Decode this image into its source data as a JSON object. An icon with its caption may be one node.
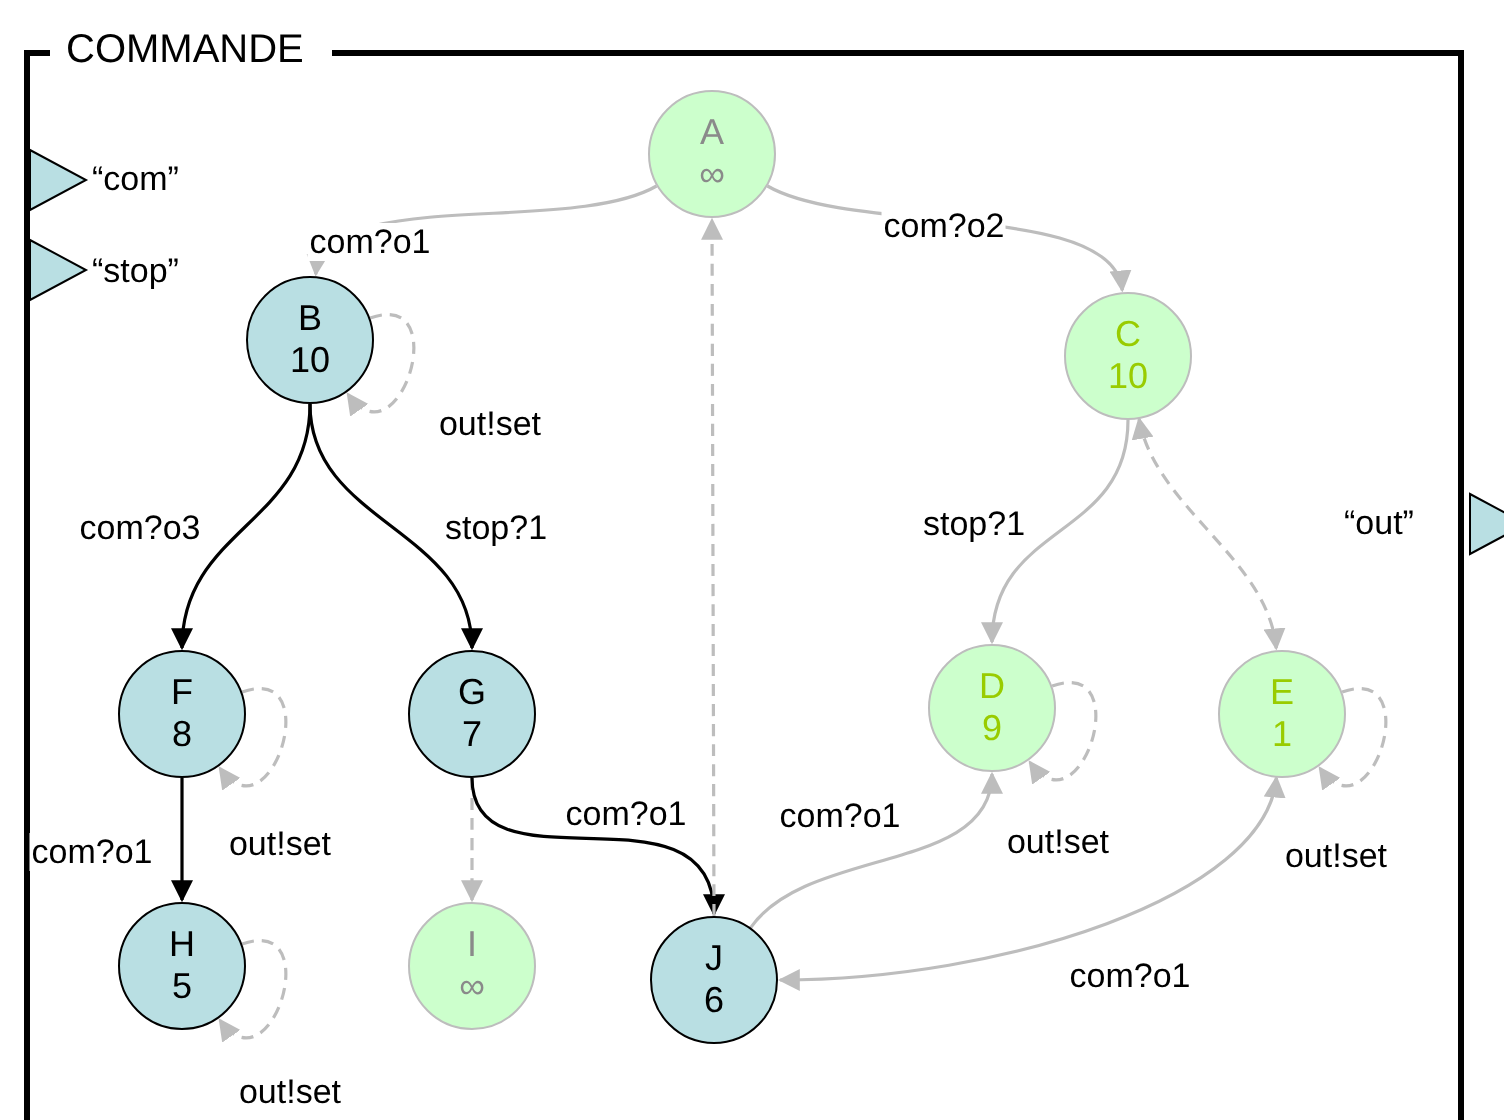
{
  "diagram": {
    "nodes": [
      {
        "text": [
          "COMMANDE"
        ]
      },
      {
        "text": [
          "A",
          "∞"
        ],
        "in": 0
      },
      {
        "text": [
          "B",
          "10"
        ],
        "in": 0
      },
      {
        "text": [
          "C",
          "10"
        ],
        "in": 0
      },
      {
        "text": [
          "D",
          "9"
        ],
        "in": 0
      },
      {
        "text": [
          "E",
          "1"
        ],
        "in": 0
      },
      {
        "text": [
          "F",
          "8"
        ],
        "in": 0
      },
      {
        "text": [
          "G",
          "7"
        ],
        "in": 0
      },
      {
        "text": [
          "H",
          "5"
        ],
        "in": 0
      },
      {
        "text": [
          "I",
          "∞"
        ],
        "in": 0
      },
      {
        "text": [
          "J",
          "6"
        ],
        "in": 0
      }
    ],
    "edges": [
      {
        "from": 1,
        "to": 2,
        "arrow": "to",
        "label": "com?o1"
      },
      {
        "from": 1,
        "to": 3,
        "arrow": "to",
        "label": "com?o2"
      },
      {
        "from": 2,
        "to": 2,
        "arrow": "to",
        "label": "out!set",
        "style": "dashed"
      },
      {
        "from": 2,
        "to": 6,
        "arrow": "to",
        "label": "com?o3",
        "color": "#000000"
      },
      {
        "from": 2,
        "to": 7,
        "arrow": "to",
        "label": "stop?1",
        "color": "#000000"
      },
      {
        "from": 3,
        "to": 4,
        "arrow": "to",
        "label": "stop?1"
      },
      {
        "from": 3,
        "to": 5,
        "arrow": "both",
        "style": "dashed"
      },
      {
        "from": 4,
        "to": 4,
        "arrow": "to",
        "label": "out!set",
        "style": "dashed"
      },
      {
        "from": 5,
        "to": 5,
        "arrow": "to",
        "label": "out!set",
        "style": "dashed"
      },
      {
        "from": 6,
        "to": 6,
        "arrow": "to",
        "label": "out!set",
        "style": "dashed"
      },
      {
        "from": 6,
        "to": 8,
        "arrow": "to",
        "label": "com?o1",
        "color": "#000000"
      },
      {
        "from": 8,
        "to": 8,
        "arrow": "to",
        "label": "out!set",
        "style": "dashed"
      },
      {
        "from": 7,
        "to": 9,
        "arrow": "to",
        "style": "dashed"
      },
      {
        "from": 7,
        "to": 10,
        "arrow": "to",
        "label": "com?o1",
        "color": "#000000"
      },
      {
        "from": 10,
        "to": 1,
        "arrow": "to",
        "style": "dashed"
      },
      {
        "from": 10,
        "to": 4,
        "arrow": "to",
        "label": "com?o1"
      },
      {
        "from": 5,
        "to": 10,
        "arrow": "both",
        "label": "com?o1"
      }
    ],
    "labels": [
      "“com”",
      "“stop”",
      "“out”"
    ]
  }
}
